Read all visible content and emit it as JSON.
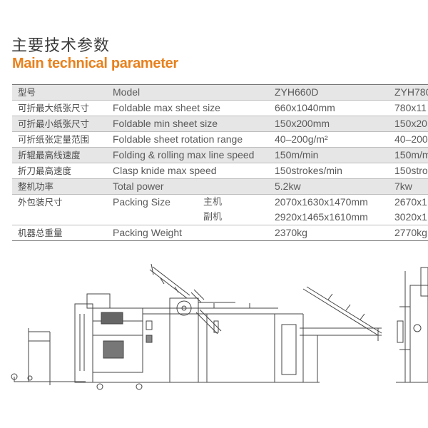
{
  "heading": {
    "cn": "主要技术参数",
    "en": "Main technical parameter"
  },
  "table": {
    "rows": [
      {
        "cn": "型号",
        "en": "Model",
        "sub": "",
        "v1": "ZYH660D",
        "v2": "ZYH780"
      },
      {
        "cn": "可折最大纸张尺寸",
        "en": "Foldable max sheet size",
        "sub": "",
        "v1": "660x1040mm",
        "v2": "780x11"
      },
      {
        "cn": "可折最小纸张尺寸",
        "en": "Foldable min sheet size",
        "sub": "",
        "v1": "150x200mm",
        "v2": "150x20"
      },
      {
        "cn": "可折纸张定量范围",
        "en": "Foldable sheet rotation range",
        "sub": "",
        "v1": "40–200g/m²",
        "v2": "40–200"
      },
      {
        "cn": "折辊最高线速度",
        "en": "Folding & rolling max line speed",
        "sub": "",
        "v1": "150m/min",
        "v2": "150m/m"
      },
      {
        "cn": "折刀最高速度",
        "en": "Clasp knide max speed",
        "sub": "",
        "v1": "150strokes/min",
        "v2": "150stro"
      },
      {
        "cn": "整机功率",
        "en": "Total power",
        "sub": "",
        "v1": "5.2kw",
        "v2": "7kw"
      },
      {
        "cn": "外包装尺寸",
        "en": "Packing Size",
        "sub": "主机",
        "v1": "2070x1630x1470mm",
        "v2": "2670x1"
      },
      {
        "cn": "",
        "en": "",
        "sub": "副机",
        "v1": "2920x1465x1610mm",
        "v2": "3020x1"
      },
      {
        "cn": "机器总重量",
        "en": "Packing Weight",
        "sub": "",
        "v1": "2370kg",
        "v2": "2770kg"
      }
    ]
  },
  "colors": {
    "accent": "#e8801c",
    "row_shade": "#e6e6e6"
  },
  "illustration": {
    "icon": "folding-machine-drawing"
  }
}
